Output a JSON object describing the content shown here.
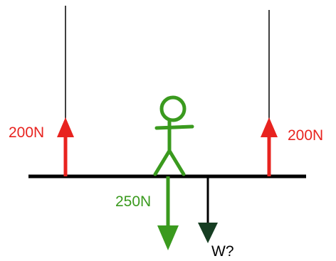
{
  "colors": {
    "red": "#e8231f",
    "green": "#3a9a1e",
    "dark_green": "#163d22",
    "black": "#000000",
    "background": "#ffffff"
  },
  "forces": {
    "left_support": "200N",
    "right_support": "200N",
    "person_weight": "250N",
    "beam_weight": "W?"
  },
  "icons": {
    "person": "stick-figure-icon"
  }
}
